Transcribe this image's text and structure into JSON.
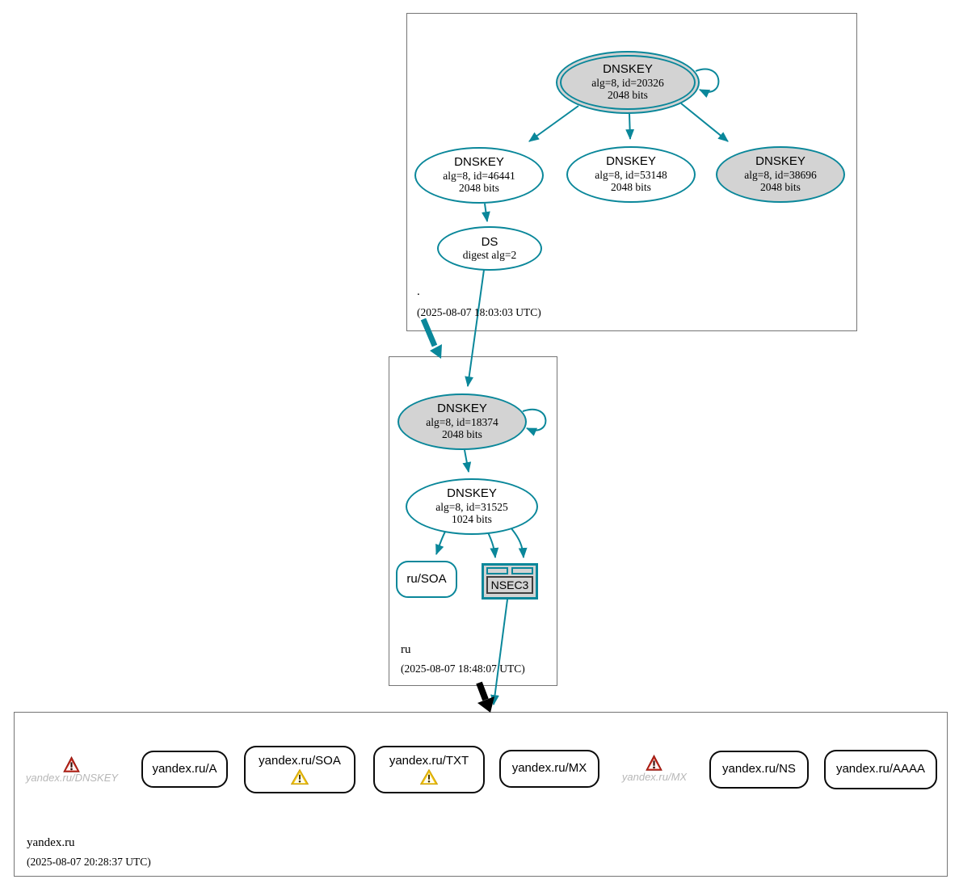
{
  "zones": {
    "root": {
      "label": ".",
      "timestamp": "(2025-08-07 18:03:03 UTC)",
      "ksk": {
        "title": "DNSKEY",
        "detail": "alg=8, id=20326",
        "bits": "2048 bits"
      },
      "zsk1": {
        "title": "DNSKEY",
        "detail": "alg=8, id=46441",
        "bits": "2048 bits"
      },
      "zsk2": {
        "title": "DNSKEY",
        "detail": "alg=8, id=53148",
        "bits": "2048 bits"
      },
      "zsk3": {
        "title": "DNSKEY",
        "detail": "alg=8, id=38696",
        "bits": "2048 bits"
      },
      "ds": {
        "title": "DS",
        "detail": "digest alg=2"
      }
    },
    "ru": {
      "label": "ru",
      "timestamp": "(2025-08-07 18:48:07 UTC)",
      "ksk": {
        "title": "DNSKEY",
        "detail": "alg=8, id=18374",
        "bits": "2048 bits"
      },
      "zsk": {
        "title": "DNSKEY",
        "detail": "alg=8, id=31525",
        "bits": "1024 bits"
      },
      "soa": {
        "label": "ru/SOA"
      },
      "nsec3": {
        "label": "NSEC3"
      }
    },
    "yandex": {
      "label": "yandex.ru",
      "timestamp": "(2025-08-07 20:28:37 UTC)",
      "dnskey_missing": {
        "label": "yandex.ru/DNSKEY",
        "icon": "error-triangle"
      },
      "a": {
        "label": "yandex.ru/A"
      },
      "soa": {
        "label": "yandex.ru/SOA",
        "icon": "warning-triangle"
      },
      "txt": {
        "label": "yandex.ru/TXT",
        "icon": "warning-triangle"
      },
      "mx": {
        "label": "yandex.ru/MX"
      },
      "mx_missing": {
        "label": "yandex.ru/MX",
        "icon": "error-triangle"
      },
      "ns": {
        "label": "yandex.ru/NS"
      },
      "aaaa": {
        "label": "yandex.ru/AAAA"
      }
    }
  },
  "colors": {
    "secure_teal": "#0a879a",
    "key_fill": "#d3d3d3",
    "warning_yellow": "#f0c20c",
    "error_red": "#c0271b",
    "missing_text": "#b7b7b7",
    "insecure_black": "#000000"
  }
}
